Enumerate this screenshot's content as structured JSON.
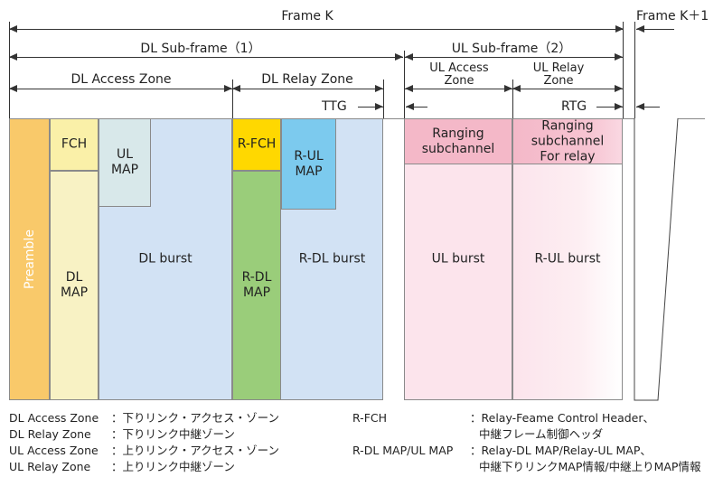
{
  "header": {
    "frame_k": "Frame K",
    "frame_k1": "Frame K＋1",
    "dl_subframe": "DL Sub-frame（1）",
    "ul_subframe": "UL Sub-frame（2）",
    "dl_access_zone": "DL Access Zone",
    "dl_relay_zone": "DL Relay Zone",
    "ul_access_zone": "UL Access\nZone",
    "ul_relay_zone": "UL Relay\nZone",
    "ttg": "TTG",
    "rtg": "RTG"
  },
  "blocks": {
    "preamble": "Preamble",
    "fch": "FCH",
    "dl_map": "DL\nMAP",
    "ul_map": "UL\nMAP",
    "dl_burst": "DL burst",
    "r_fch": "R-FCH",
    "r_dl_map": "R-DL\nMAP",
    "r_ul_map": "R-UL\nMAP",
    "r_dl_burst": "R-DL burst",
    "ranging": "Ranging\nsubchannel",
    "ranging_relay": "Ranging\nsubchannel\nFor relay",
    "ul_burst": "UL burst",
    "r_ul_burst": "R-UL burst"
  },
  "legend": {
    "left": [
      {
        "term": "DL Access Zone",
        "desc": "：下りリンク・アクセス・ゾーン"
      },
      {
        "term": "DL Relay Zone",
        "desc": "：下りリンク中継ゾーン"
      },
      {
        "term": "UL Access Zone",
        "desc": "：上りリンク・アクセス・ゾーン"
      },
      {
        "term": "UL Relay Zone",
        "desc": "：上りリンク中継ゾーン"
      }
    ],
    "right": [
      {
        "term": "R-FCH",
        "desc": "：Relay-Feame Control Header、",
        "desc2": "中継フレーム制御ヘッダ"
      },
      {
        "term": "R-DL MAP/UL MAP",
        "desc": "：Relay-DL MAP/Relay-UL MAP、",
        "desc2": "中継下りリンクMAP情報/中継上りMAP情報"
      }
    ]
  },
  "colors": {
    "preamble": "#f9c96a",
    "fch": "#faf0a8",
    "dl_map": "#f8f2c4",
    "ul_map": "#d8e8ea",
    "dl_burst": "#d2e2f4",
    "r_fch": "#ffd800",
    "r_dl_map": "#9acd7a",
    "r_ul_map": "#7ccaee",
    "ranging": "#f4b8c8",
    "ul_burst": "#fce4ec"
  }
}
